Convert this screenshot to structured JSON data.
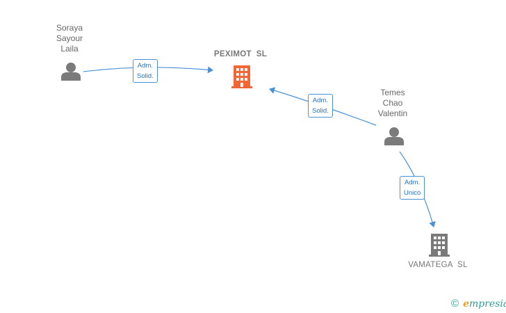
{
  "nodes": {
    "soraya": {
      "name": "Soraya\nSayour\nLaila",
      "type": "person"
    },
    "temes": {
      "name": "Temes\nChao\nValentin",
      "type": "person"
    },
    "peximot": {
      "name": "PEXIMOT  SL",
      "type": "company",
      "color": "#f26535"
    },
    "vamatega": {
      "name": "VAMATEGA  SL",
      "type": "company",
      "color": "#7a7a7a"
    }
  },
  "edges": {
    "soraya_peximot": {
      "label": "Adm.\nSolid."
    },
    "temes_peximot": {
      "label": "Adm.\nSolid."
    },
    "temes_vamatega": {
      "label": "Adm.\nUnico"
    }
  },
  "colors": {
    "edge": "#4a90d9",
    "person_icon": "#7b7b7b",
    "text": "#666666",
    "brand": "#2e9e98"
  },
  "brand": {
    "copyright": "©",
    "e": "e",
    "rest": "mpresia"
  }
}
